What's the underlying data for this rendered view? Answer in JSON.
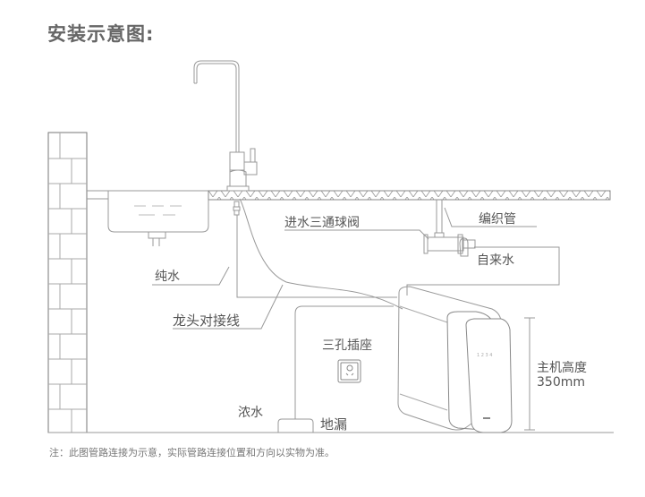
{
  "title": "安装示意图:",
  "labels": {
    "pure_water": "纯水",
    "faucet_connector": "龙头对接线",
    "inlet_tee_valve": "进水三通球阀",
    "braided_hose": "编织管",
    "tap_water": "自来水",
    "socket": "三孔插座",
    "waste_water": "浓水",
    "floor_drain": "地漏",
    "host_height_label": "主机高度",
    "host_height_value": "350mm",
    "indicator_digits": "1 2 3 4"
  },
  "note": "注：此图管路连接为示意，实际管路连接位置和方向以实物为准。",
  "colors": {
    "line": "#9a9a9a",
    "dark_line": "#777777",
    "text": "#555555",
    "title": "#666666"
  }
}
